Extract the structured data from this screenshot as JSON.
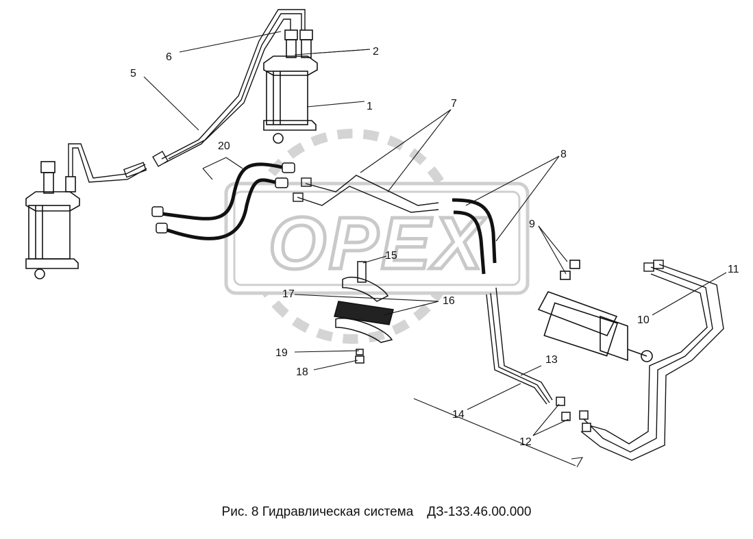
{
  "caption": {
    "figure": "Рис. 8 Гидравлическая система",
    "code": "ДЗ-133.46.00.000"
  },
  "watermark": {
    "text": "OPEX"
  },
  "callouts": [
    {
      "id": "1",
      "label": "1"
    },
    {
      "id": "2",
      "label": "2"
    },
    {
      "id": "5",
      "label": "5"
    },
    {
      "id": "6",
      "label": "6"
    },
    {
      "id": "7",
      "label": "7"
    },
    {
      "id": "8",
      "label": "8"
    },
    {
      "id": "9",
      "label": "9"
    },
    {
      "id": "10",
      "label": "10"
    },
    {
      "id": "11",
      "label": "11"
    },
    {
      "id": "12",
      "label": "12"
    },
    {
      "id": "13",
      "label": "13"
    },
    {
      "id": "14",
      "label": "14"
    },
    {
      "id": "15",
      "label": "15"
    },
    {
      "id": "16",
      "label": "16"
    },
    {
      "id": "17",
      "label": "17"
    },
    {
      "id": "18",
      "label": "18"
    },
    {
      "id": "19",
      "label": "19"
    },
    {
      "id": "20",
      "label": "20"
    }
  ],
  "colors": {
    "line": "#111111",
    "watermark": "#c9c9c9",
    "background": "#ffffff"
  }
}
